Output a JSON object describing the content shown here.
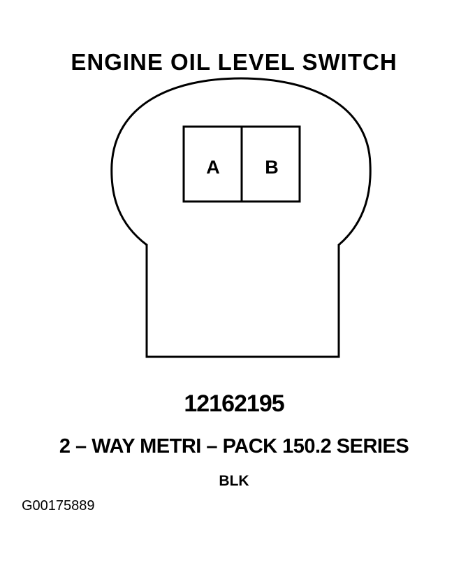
{
  "title": "ENGINE OIL LEVEL SWITCH",
  "connector": {
    "pins": [
      "A",
      "B"
    ],
    "part_number": "12162195",
    "series": "2 – WAY METRI – PACK 150.2 SERIES",
    "color": "BLK"
  },
  "figure_id": "G00175889",
  "colors": {
    "line": "#000000",
    "background": "#ffffff"
  }
}
